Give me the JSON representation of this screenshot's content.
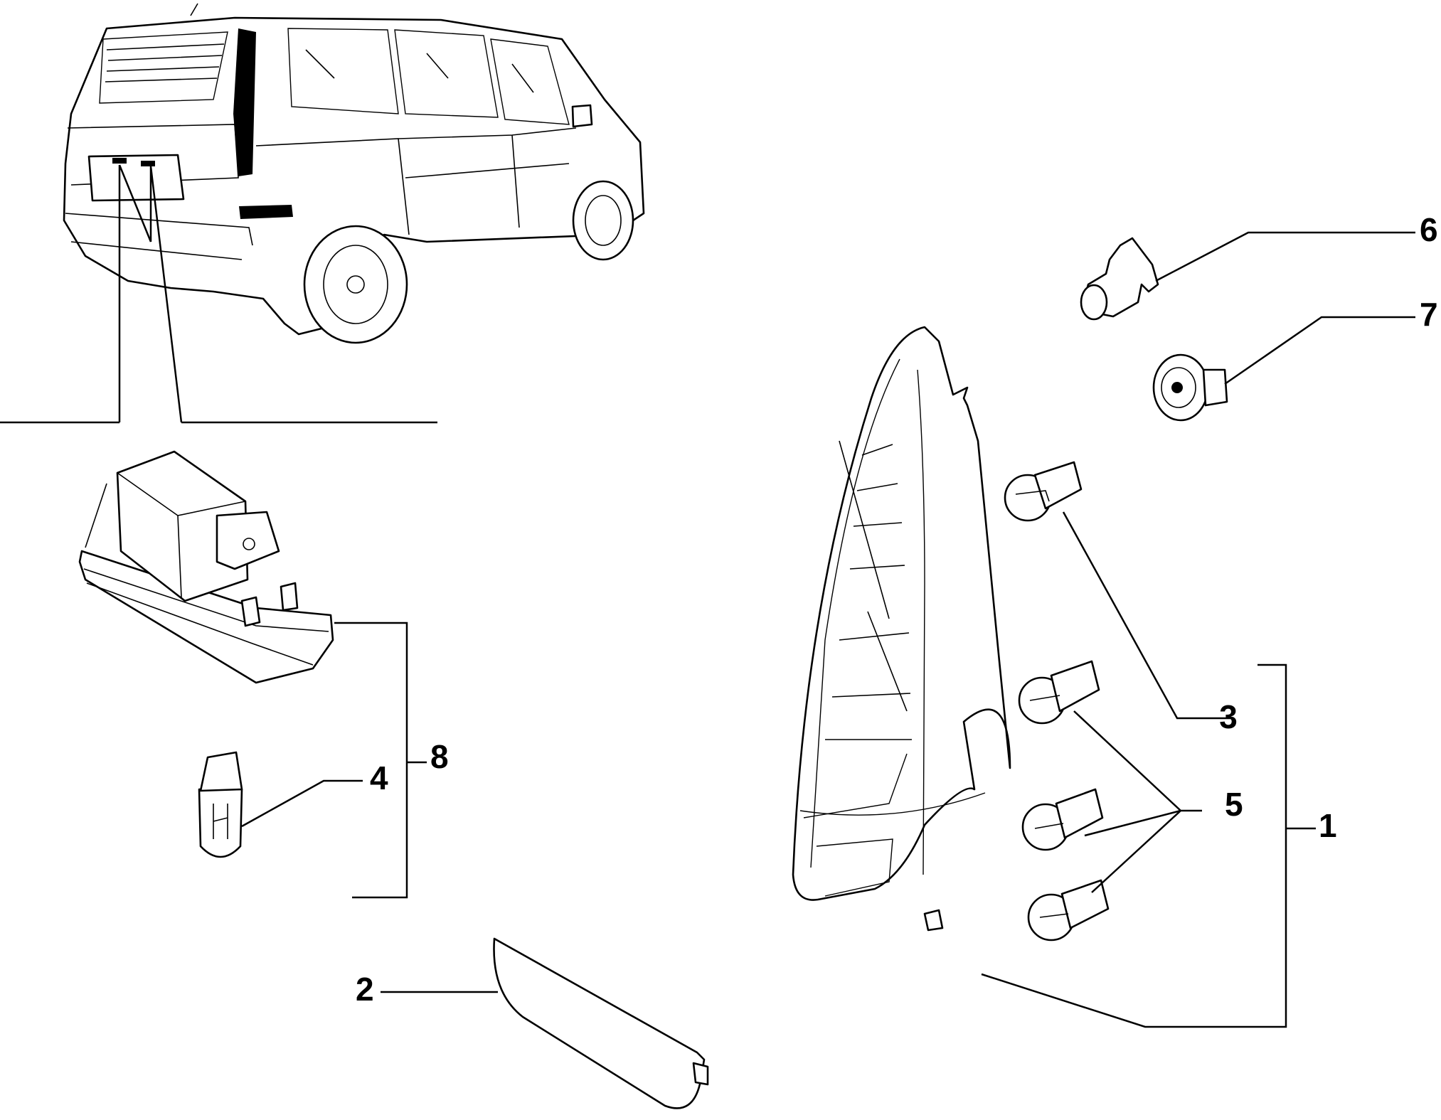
{
  "diagram": {
    "type": "exploded-parts-diagram",
    "callouts": [
      {
        "id": "1",
        "label": "1",
        "part": "rear-lamp-assembly"
      },
      {
        "id": "2",
        "label": "2",
        "part": "reflector-lens"
      },
      {
        "id": "3",
        "label": "3",
        "part": "bulb-upper"
      },
      {
        "id": "4",
        "label": "4",
        "part": "wedge-bulb"
      },
      {
        "id": "5",
        "label": "5",
        "part": "bulb-group"
      },
      {
        "id": "6",
        "label": "6",
        "part": "bulb-holder"
      },
      {
        "id": "7",
        "label": "7",
        "part": "grommet"
      },
      {
        "id": "8",
        "label": "8",
        "part": "number-plate-lamp"
      }
    ]
  }
}
